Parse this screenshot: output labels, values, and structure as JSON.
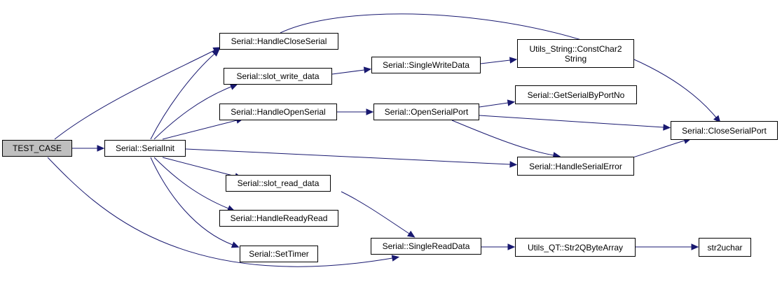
{
  "nodes": {
    "test_case": "TEST_CASE",
    "serial_init": "Serial::SerialInit",
    "handle_close_serial": "Serial::HandleCloseSerial",
    "slot_write_data": "Serial::slot_write_data",
    "handle_open_serial": "Serial::HandleOpenSerial",
    "slot_read_data": "Serial::slot_read_data",
    "handle_ready_read": "Serial::HandleReadyRead",
    "set_timer": "Serial::SetTimer",
    "single_write_data": "Serial::SingleWriteData",
    "open_serial_port": "Serial::OpenSerialPort",
    "single_read_data": "Serial::SingleReadData",
    "const_char2string": "Utils_String::ConstChar2\nString",
    "get_serial_by_port_no": "Serial::GetSerialByPortNo",
    "handle_serial_error": "Serial::HandleSerialError",
    "str2qbytearray": "Utils_QT::Str2QByteArray",
    "close_serial_port": "Serial::CloseSerialPort",
    "str2uchar": "str2uchar"
  },
  "edges": [
    [
      "test_case",
      "serial_init"
    ],
    [
      "test_case",
      "handle_close_serial"
    ],
    [
      "test_case",
      "single_read_data"
    ],
    [
      "serial_init",
      "handle_close_serial"
    ],
    [
      "serial_init",
      "slot_write_data"
    ],
    [
      "serial_init",
      "handle_open_serial"
    ],
    [
      "serial_init",
      "slot_read_data"
    ],
    [
      "serial_init",
      "handle_ready_read"
    ],
    [
      "serial_init",
      "set_timer"
    ],
    [
      "serial_init",
      "handle_serial_error"
    ],
    [
      "handle_close_serial",
      "close_serial_port"
    ],
    [
      "slot_write_data",
      "single_write_data"
    ],
    [
      "single_write_data",
      "const_char2string"
    ],
    [
      "handle_open_serial",
      "open_serial_port"
    ],
    [
      "open_serial_port",
      "get_serial_by_port_no"
    ],
    [
      "open_serial_port",
      "close_serial_port"
    ],
    [
      "open_serial_port",
      "handle_serial_error"
    ],
    [
      "handle_serial_error",
      "close_serial_port"
    ],
    [
      "slot_read_data",
      "single_read_data"
    ],
    [
      "single_read_data",
      "str2qbytearray"
    ],
    [
      "str2qbytearray",
      "str2uchar"
    ]
  ],
  "colors": {
    "edge": "#191970",
    "root_fill": "#bfbfbf",
    "node_fill": "#ffffff",
    "border": "#000000"
  }
}
